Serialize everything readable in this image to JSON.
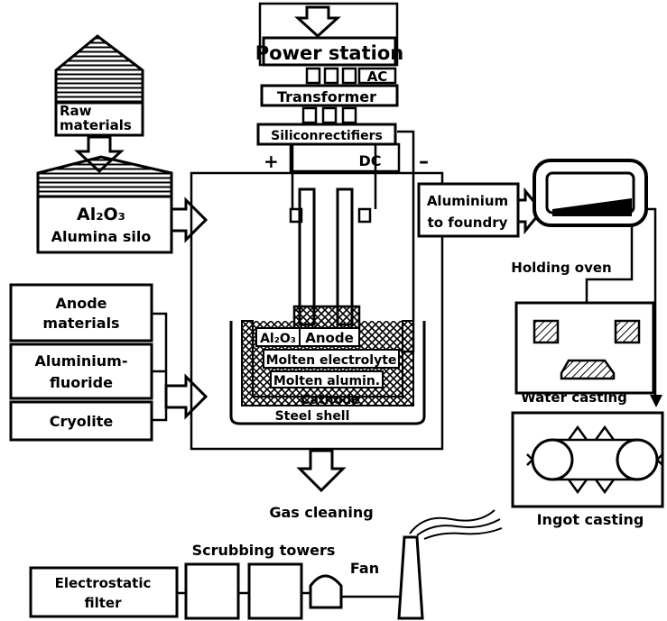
{
  "labels": {
    "power_station": "Power station",
    "ac": "AC",
    "transformer": "Transformer",
    "silicon_rectifiers": "Siliconrectifiers",
    "plus": "+",
    "dc": "DC",
    "minus": "–",
    "raw_materials_1": "Raw",
    "raw_materials_2": "materials",
    "al2o3": "Al₂O₃",
    "alumina_silo": "Alumina silo",
    "anode_materials_1": "Anode",
    "anode_materials_2": "materials",
    "aluminium_fluoride_1": "Aluminium-",
    "aluminium_fluoride_2": "fluoride",
    "cryolite": "Cryolite",
    "cell_al2o3": "Al₂O₃",
    "anode": "Anode",
    "molten_electrolyte": "Molten electrolyte",
    "molten_alumin": "Molten alumin.",
    "cathode": "Cathode",
    "steel_shell": "Steel shell",
    "aluminium_to_foundry_1": "Aluminium",
    "aluminium_to_foundry_2": "to foundry",
    "holding_oven": "Holding oven",
    "water_casting": "Water casting",
    "ingot_casting": "Ingot casting",
    "gas_cleaning": "Gas cleaning",
    "scrubbing_towers": "Scrubbing towers",
    "fan": "Fan",
    "electrostatic_filter_1": "Electrostatic",
    "electrostatic_filter_2": "filter"
  }
}
